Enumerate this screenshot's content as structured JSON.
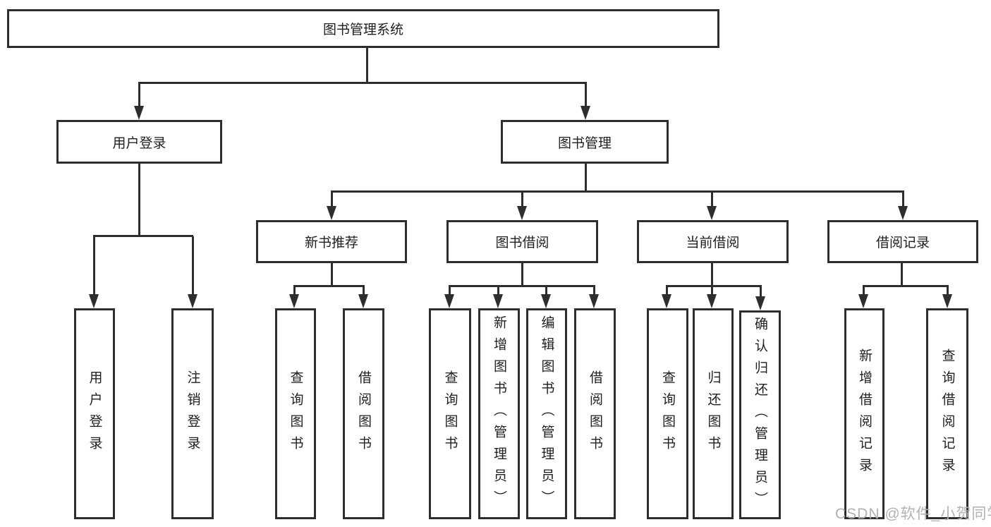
{
  "diagram": {
    "root": {
      "label": "图书管理系统"
    },
    "level2": [
      {
        "label": "用户登录"
      },
      {
        "label": "图书管理"
      }
    ],
    "level3": [
      {
        "label": "新书推荐"
      },
      {
        "label": "图书借阅"
      },
      {
        "label": "当前借阅"
      },
      {
        "label": "借阅记录"
      }
    ],
    "leaves": {
      "user_login": [
        "用户登录",
        "注销登录"
      ],
      "new_book": [
        "查询图书",
        "借阅图书"
      ],
      "book_borrow": [
        "查询图书",
        "新增图书（管理员）",
        "编辑图书（管理员）",
        "借阅图书"
      ],
      "current_borrow": [
        "查询图书",
        "归还图书",
        "确认归还（管理员）"
      ],
      "borrow_records": [
        "新增借阅记录",
        "查询借阅记录"
      ]
    }
  },
  "watermark": {
    "text": "CSDN @软件_小贺同学"
  },
  "colors": {
    "line": "#2e2e2e",
    "text": "#1f1f1f",
    "watermark": "#b2b2b2",
    "background": "#ffffff"
  }
}
